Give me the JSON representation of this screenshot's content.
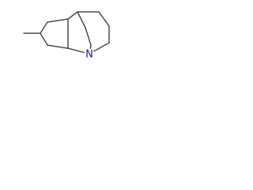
{
  "molecule": {
    "atoms": [
      {
        "id": "c_methyl",
        "element": "C"
      },
      {
        "id": "c1",
        "element": "C"
      },
      {
        "id": "c2",
        "element": "C"
      },
      {
        "id": "c3",
        "element": "C"
      },
      {
        "id": "c4",
        "element": "C"
      },
      {
        "id": "c5",
        "element": "C"
      },
      {
        "id": "c6",
        "element": "C"
      },
      {
        "id": "c7",
        "element": "C"
      },
      {
        "id": "c8",
        "element": "C"
      },
      {
        "id": "c9",
        "element": "C"
      },
      {
        "id": "c10",
        "element": "C"
      },
      {
        "id": "c11",
        "element": "C"
      },
      {
        "id": "n1",
        "element": "N",
        "label": "N"
      }
    ],
    "bonds": [
      [
        "c_methyl",
        "c1"
      ],
      [
        "c1",
        "c2"
      ],
      [
        "c2",
        "c3"
      ],
      [
        "c1",
        "c4"
      ],
      [
        "c4",
        "c5"
      ],
      [
        "c3",
        "c5"
      ],
      [
        "c3",
        "c6"
      ],
      [
        "c6",
        "c7"
      ],
      [
        "c7",
        "c8"
      ],
      [
        "c8",
        "c9"
      ],
      [
        "c9",
        "n1"
      ],
      [
        "n1",
        "c5"
      ],
      [
        "c6",
        "c10"
      ],
      [
        "c10",
        "c11"
      ],
      [
        "c11",
        "n1"
      ]
    ]
  },
  "colors": {
    "bond": "#4d4d4d",
    "nitrogen": "#1a1a8c",
    "background": "#ffffff"
  }
}
